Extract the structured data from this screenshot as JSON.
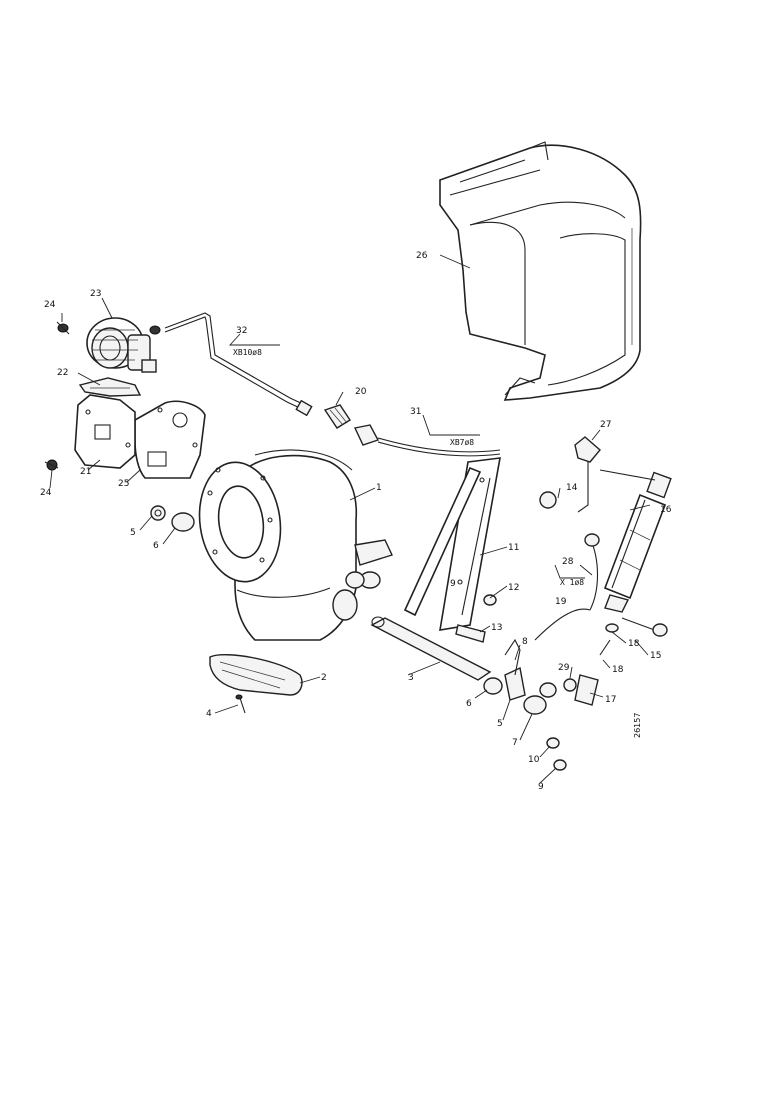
{
  "callouts": {
    "c1": "1",
    "c2": "2",
    "c3": "3",
    "c4": "4",
    "c5a": "5",
    "c5b": "5",
    "c6a": "6",
    "c6b": "6",
    "c7": "7",
    "c8": "8",
    "c9a": "9",
    "c9b": "9",
    "c10": "10",
    "c11": "11",
    "c12": "12",
    "c13": "13",
    "c14": "14",
    "c15": "15",
    "c16": "16",
    "c17": "17",
    "c18a": "18",
    "c18b": "18",
    "c19": "19",
    "c20": "20",
    "c21": "21",
    "c22": "22",
    "c23": "23",
    "c24a": "24",
    "c24b": "24",
    "c25": "25",
    "c26": "26",
    "c27": "27",
    "c28": "28",
    "c29": "29",
    "c31": "31",
    "c32": "32"
  },
  "specs": {
    "spec32": "XB10ø8",
    "spec31": "XB7ø8",
    "spec28": "X 1ø8"
  },
  "drawing_code": "26157"
}
